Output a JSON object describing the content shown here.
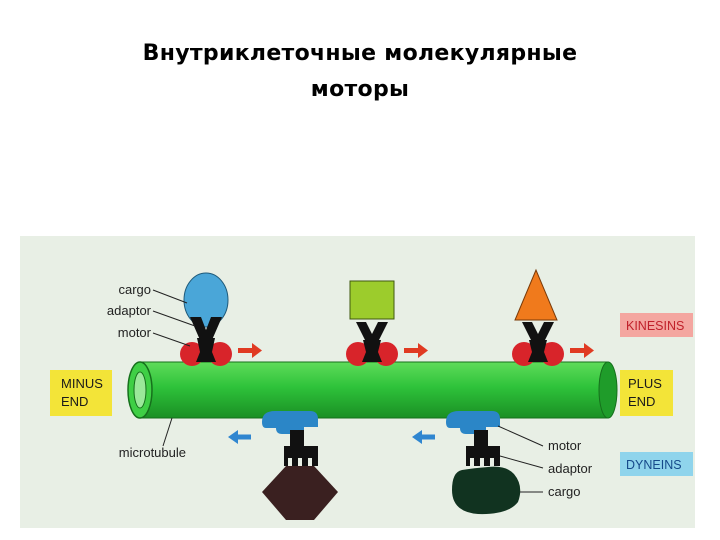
{
  "title": {
    "line1": "Внутриклеточные молекулярные",
    "line2": "моторы"
  },
  "figure": {
    "labels": {
      "cargo_top": "cargo",
      "adaptor_top": "adaptor",
      "motor_top": "motor",
      "microtubule": "microtubule",
      "motor_bottom": "motor",
      "adaptor_bottom": "adaptor",
      "cargo_bottom": "cargo"
    },
    "boxes": {
      "minus": [
        "MINUS",
        "END"
      ],
      "plus": [
        "PLUS",
        "END"
      ],
      "kinesins": "KINESINS",
      "dyneins": "DYNEINS"
    },
    "colors": {
      "background": "#e8efe5",
      "microtubule": "#2ec23a",
      "kinesin_motor": "#d8242a",
      "kinesin_arrow": "#e03a22",
      "dynein_motor": "#2b86c7",
      "dynein_arrow": "#2f86d0",
      "adaptor": "#111111",
      "cargo_round": "#4aa6d8",
      "cargo_square": "#9ccc2c",
      "cargo_triangle": "#f07a1c",
      "cargo_hexagon": "#3a2020",
      "cargo_blob": "#113320",
      "end_box": "#f3e438",
      "kinesins_box": "#f4a6a0",
      "kinesins_text": "#c0202a",
      "dyneins_box": "#8fd4ec",
      "dyneins_text": "#164a8a"
    }
  }
}
